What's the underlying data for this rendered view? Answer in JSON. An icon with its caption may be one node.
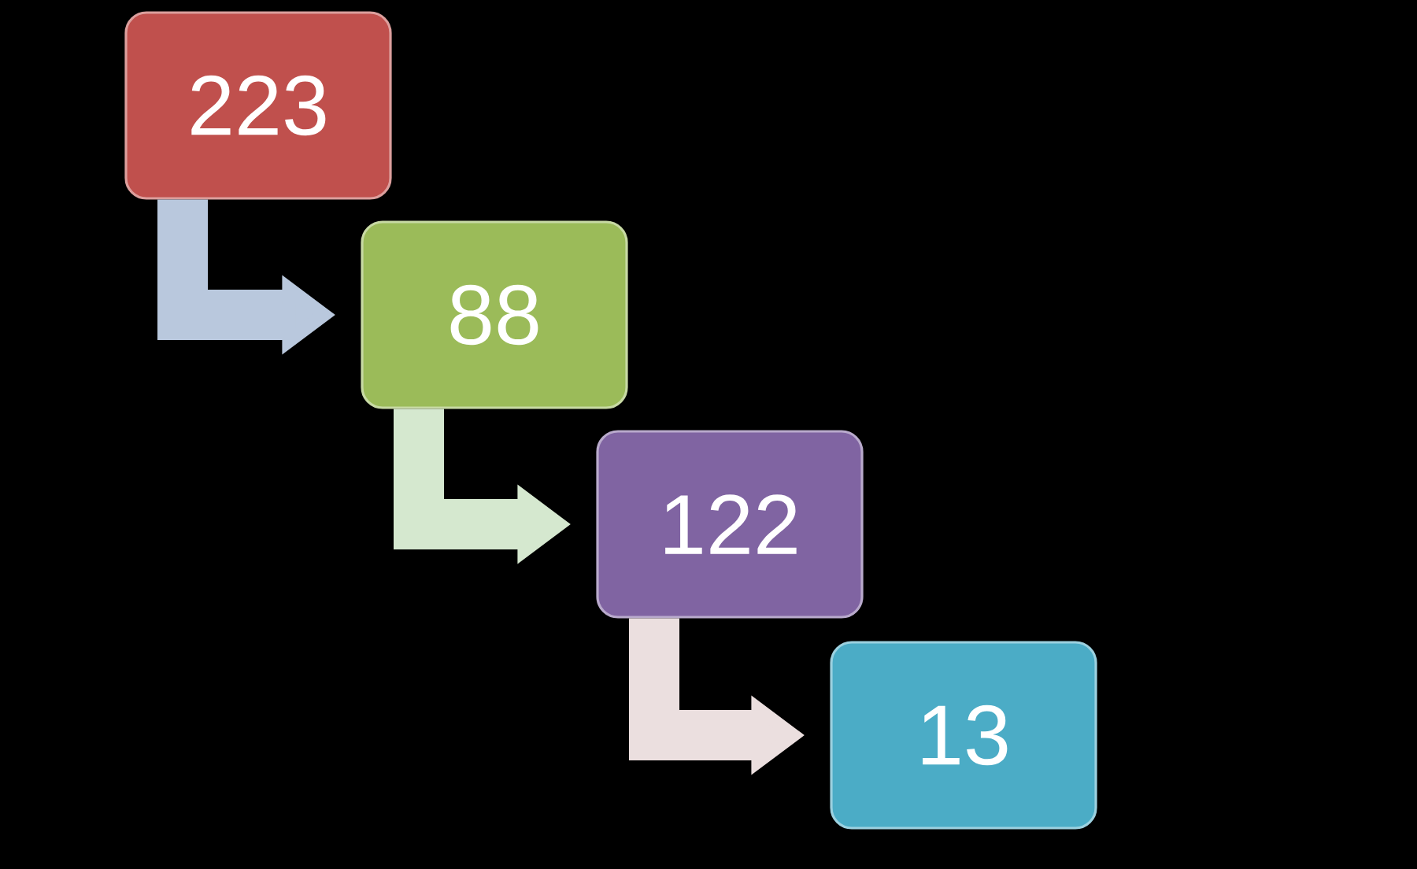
{
  "diagram": {
    "nodes": [
      {
        "text": [
          "223"
        ]
      },
      {
        "text": [
          "88"
        ]
      },
      {
        "text": [
          "122"
        ]
      },
      {
        "text": [
          "13"
        ]
      }
    ],
    "edges": [
      {
        "from": 0,
        "to": 1,
        "arrow": "to",
        "color": "#b9c8dd"
      },
      {
        "from": 1,
        "to": 2,
        "arrow": "to",
        "color": "#d5e8cf"
      },
      {
        "from": 2,
        "to": 3,
        "arrow": "to",
        "color": "#ebdfdf"
      }
    ]
  }
}
